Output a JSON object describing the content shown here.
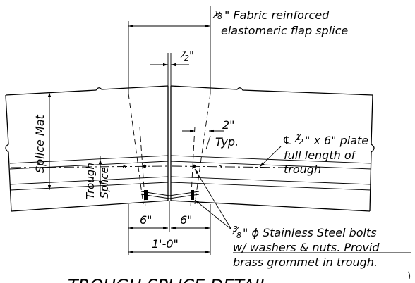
{
  "labels": {
    "flap_splice_fraction_num": "1",
    "flap_splice_fraction_den": "8",
    "flap_splice_line1": "\" Fabric reinforced",
    "flap_splice_line2": "elastomeric flap splice",
    "gap_fraction_num": "1",
    "gap_fraction_den": "2",
    "gap_unit": "\"",
    "typ_dim": "2\"",
    "typ_note": "Typ.",
    "splice_mat": "Splice Mat",
    "trough_line1": "Trough",
    "trough_line2": "Splice",
    "plate_cl": "℄",
    "plate_fraction_num": "1",
    "plate_fraction_den": "2",
    "plate_line1": "\" x 6\" plate",
    "plate_line2": "full length of",
    "plate_line3": "trough",
    "dim_left_6": "6\"",
    "dim_right_6": "6\"",
    "dim_total": "1'-0\"",
    "bolt_fraction_num": "3",
    "bolt_fraction_den": "8",
    "bolt_line1": "\" ϕ Stainless Steel bolts",
    "bolt_line2": "w/ washers & nuts.  Provid",
    "bolt_line3": "brass grommet in trough.",
    "title": "TROUGH SPLICE DETAIL"
  }
}
